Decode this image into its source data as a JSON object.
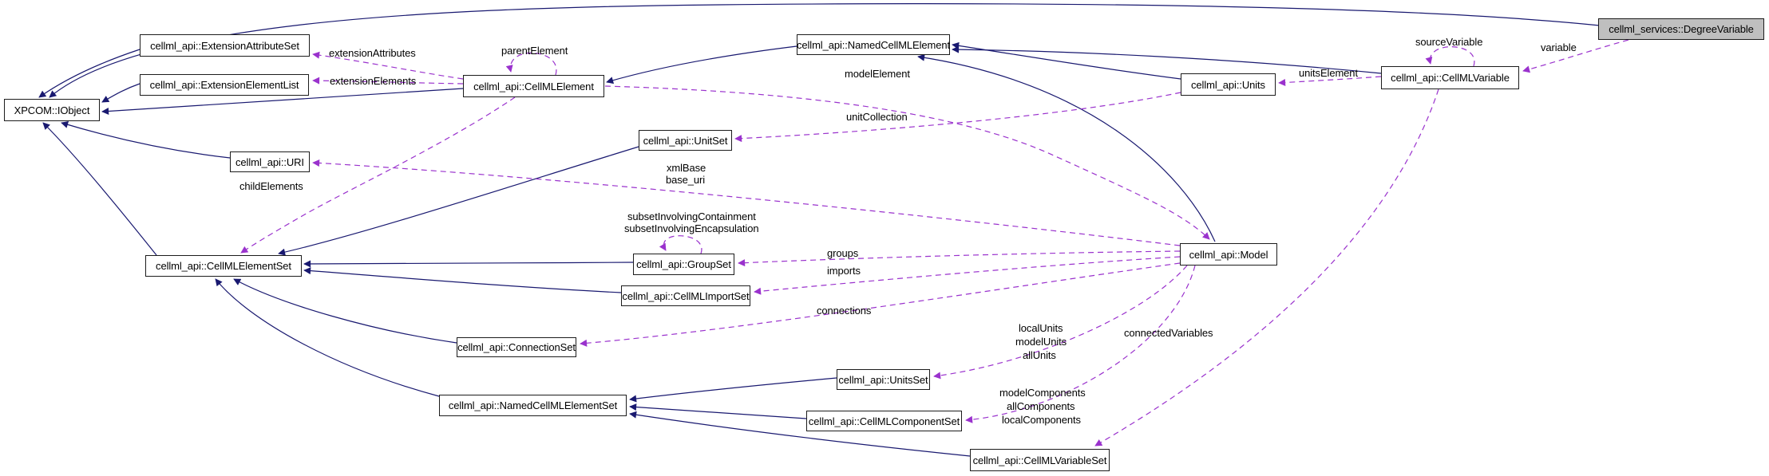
{
  "diagram_type": "doxygen-collaboration-graph",
  "colors": {
    "inheritance_edge": "#191970",
    "usage_edge": "#9a32cd",
    "node_fill": "#ffffff",
    "node_border": "#1c1c1c",
    "highlight_fill": "#bfbfbf",
    "text": "#000000"
  },
  "nodes": [
    {
      "id": "iobject",
      "label": "XPCOM::IObject"
    },
    {
      "id": "extattrset",
      "label": "cellml_api::ExtensionAttributeSet"
    },
    {
      "id": "extelemlist",
      "label": "cellml_api::ExtensionElementList"
    },
    {
      "id": "cellmlelement",
      "label": "cellml_api::CellMLElement"
    },
    {
      "id": "namedcellmlelement",
      "label": "cellml_api::NamedCellMLElement"
    },
    {
      "id": "units",
      "label": "cellml_api::Units"
    },
    {
      "id": "cellmlvariable",
      "label": "cellml_api::CellMLVariable"
    },
    {
      "id": "degreevariable",
      "label": "cellml_services::DegreeVariable",
      "highlighted": true
    },
    {
      "id": "uri",
      "label": "cellml_api::URI"
    },
    {
      "id": "unitset",
      "label": "cellml_api::UnitSet"
    },
    {
      "id": "elementset",
      "label": "cellml_api::CellMLElementSet"
    },
    {
      "id": "groupset",
      "label": "cellml_api::GroupSet"
    },
    {
      "id": "importset",
      "label": "cellml_api::CellMLImportSet"
    },
    {
      "id": "connectionset",
      "label": "cellml_api::ConnectionSet"
    },
    {
      "id": "model",
      "label": "cellml_api::Model"
    },
    {
      "id": "namedset",
      "label": "cellml_api::NamedCellMLElementSet"
    },
    {
      "id": "unitsset",
      "label": "cellml_api::UnitsSet"
    },
    {
      "id": "componentset",
      "label": "cellml_api::CellMLComponentSet"
    },
    {
      "id": "variableset",
      "label": "cellml_api::CellMLVariableSet"
    }
  ],
  "edge_labels": {
    "extensionAttributes": "extensionAttributes",
    "extensionElements": "extensionElements",
    "parentElement": "parentElement",
    "modelElement": "modelElement",
    "unitCollection": "unitCollection",
    "sourceVariable": "sourceVariable",
    "variable": "variable",
    "unitsElement": "unitsElement",
    "xmlBase": "xmlBase",
    "base_uri": "base_uri",
    "childElements": "childElements",
    "subset1": "subsetInvolvingContainment",
    "subset2": "subsetInvolvingEncapsulation",
    "groups": "groups",
    "imports": "imports",
    "connections": "connections",
    "localUnits": "localUnits",
    "modelUnits": "modelUnits",
    "allUnits": "allUnits",
    "modelComponents": "modelComponents",
    "allComponents": "allComponents",
    "localComponents": "localComponents",
    "connectedVariables": "connectedVariables"
  }
}
